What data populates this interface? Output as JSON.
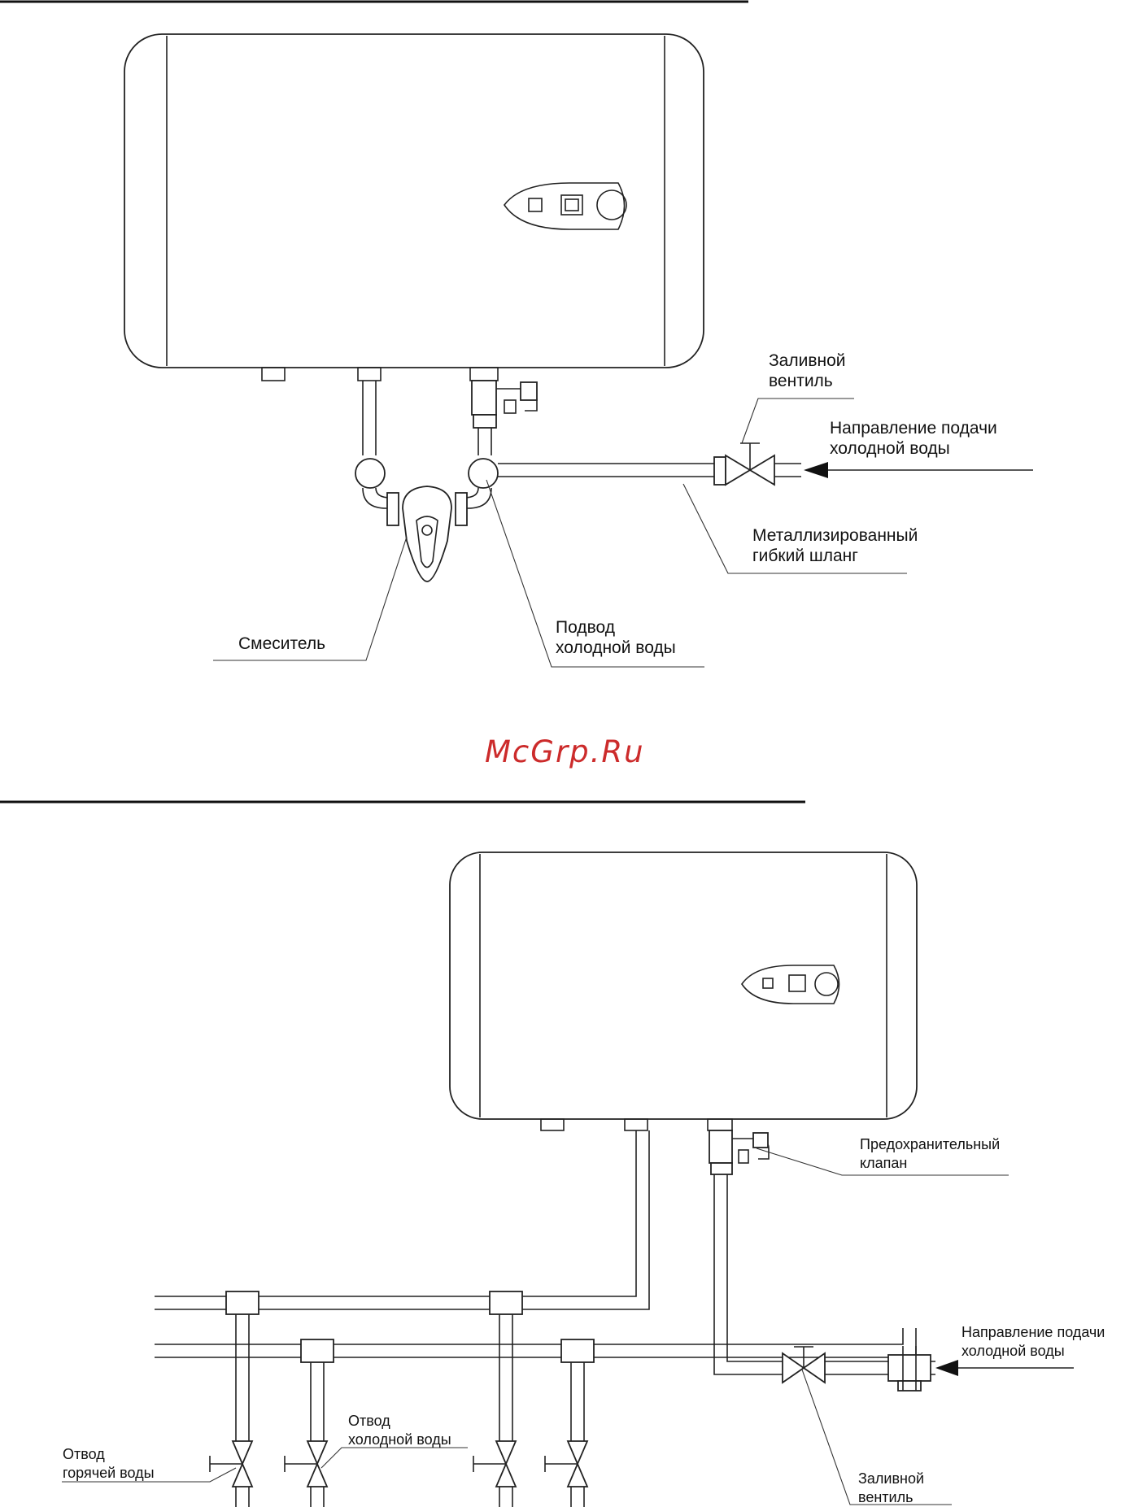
{
  "watermark": {
    "text": "McGrp.Ru",
    "color": "#cc2b2b"
  },
  "diagram_top": {
    "labels": {
      "fill_valve_1": "Заливной",
      "fill_valve_2": "вентиль",
      "cold_dir_1": "Направление подачи",
      "cold_dir_2": "холодной воды",
      "hose_1": "Металлизированный",
      "hose_2": "гибкий шланг",
      "mixer": "Смеситель",
      "cold_supply_1": "Подвод",
      "cold_supply_2": "холодной воды"
    }
  },
  "diagram_bottom": {
    "labels": {
      "safety_valve_1": "Предохранительный",
      "safety_valve_2": "клапан",
      "cold_dir_1": "Направление подачи",
      "cold_dir_2": "холодной воды",
      "fill_valve_1": "Заливной",
      "fill_valve_2": "вентиль",
      "cold_out_1": "Отвод",
      "cold_out_2": "холодной воды",
      "hot_out_1": "Отвод",
      "hot_out_2": "горячей воды"
    }
  },
  "colors": {
    "line": "#222222",
    "background": "#ffffff"
  }
}
